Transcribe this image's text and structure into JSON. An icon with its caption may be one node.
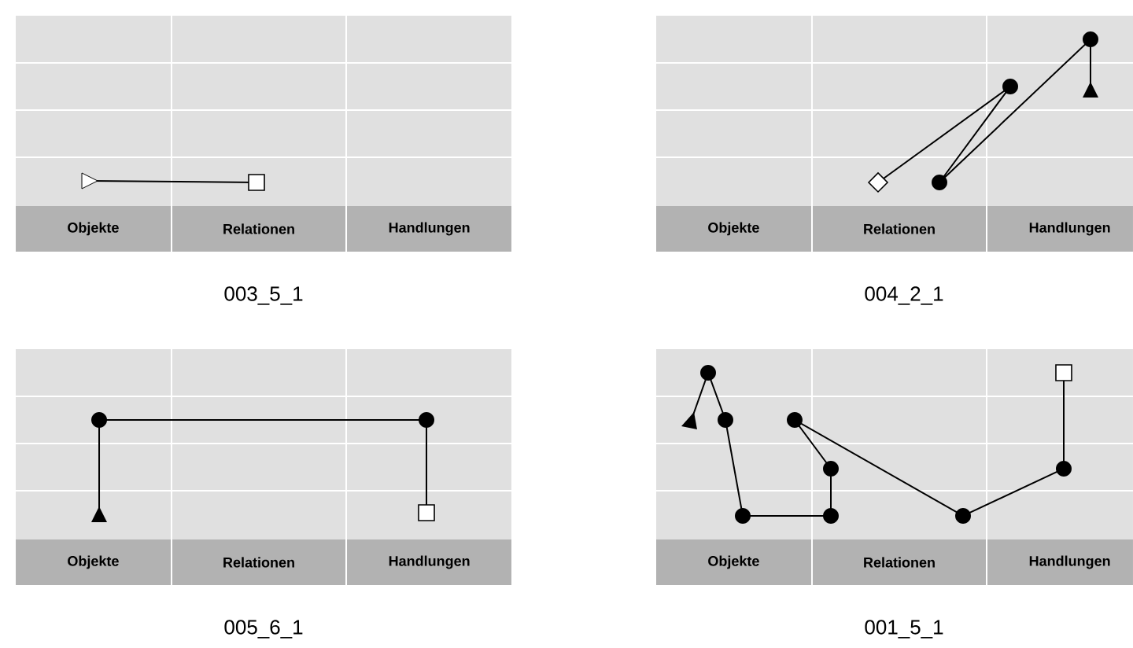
{
  "diagram": {
    "labels": [
      "Objekte",
      "Relationen",
      "Handlungen",
      "Objekte",
      "Relationen",
      "Handlungen",
      "003_5_1",
      "004_2_1",
      "Objekte",
      "Relationen",
      "Handlungen",
      "Objekte",
      "Relationen",
      "Handlungen",
      "005_6_1",
      "001_5_1"
    ]
  }
}
